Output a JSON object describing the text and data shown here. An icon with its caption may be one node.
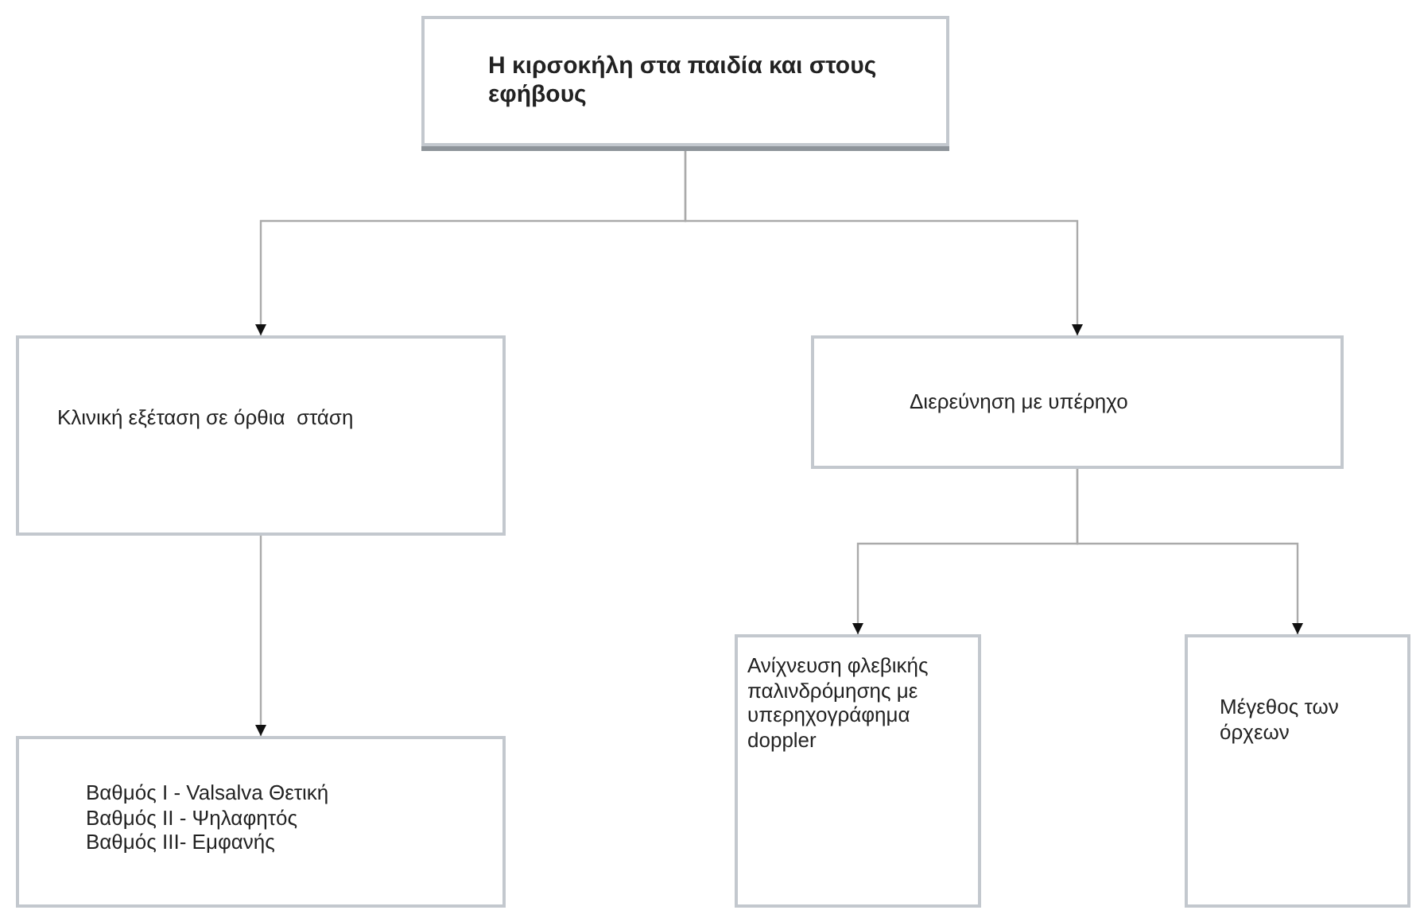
{
  "diagram": {
    "nodes": [
      {
        "text": [
          "Η κιρσοκήλη στα παιδία και στους εφήβους"
        ]
      },
      {
        "text": [
          "Κλινική εξέταση σε όρθια  στάση"
        ]
      },
      {
        "text": [
          "Διερεύνηση με υπέρηχο"
        ]
      },
      {
        "text": [
          "Βαθμός I - Valsalva Θετική",
          "Βαθμός II - Ψηλαφητός",
          "Βαθμός III- Εμφανής"
        ]
      },
      {
        "text": [
          "Ανίχνευση φλεβικής παλινδρόμησης με υπερηχογράφημα doppler"
        ]
      },
      {
        "text": [
          "Μέγεθος των όρχεων"
        ]
      }
    ],
    "edges": [
      {
        "from": 0,
        "to": 1,
        "arrow": "to"
      },
      {
        "from": 0,
        "to": 2,
        "arrow": "to"
      },
      {
        "from": 1,
        "to": 3,
        "arrow": "to"
      },
      {
        "from": 2,
        "to": 4,
        "arrow": "to"
      },
      {
        "from": 2,
        "to": 5,
        "arrow": "to"
      }
    ]
  }
}
